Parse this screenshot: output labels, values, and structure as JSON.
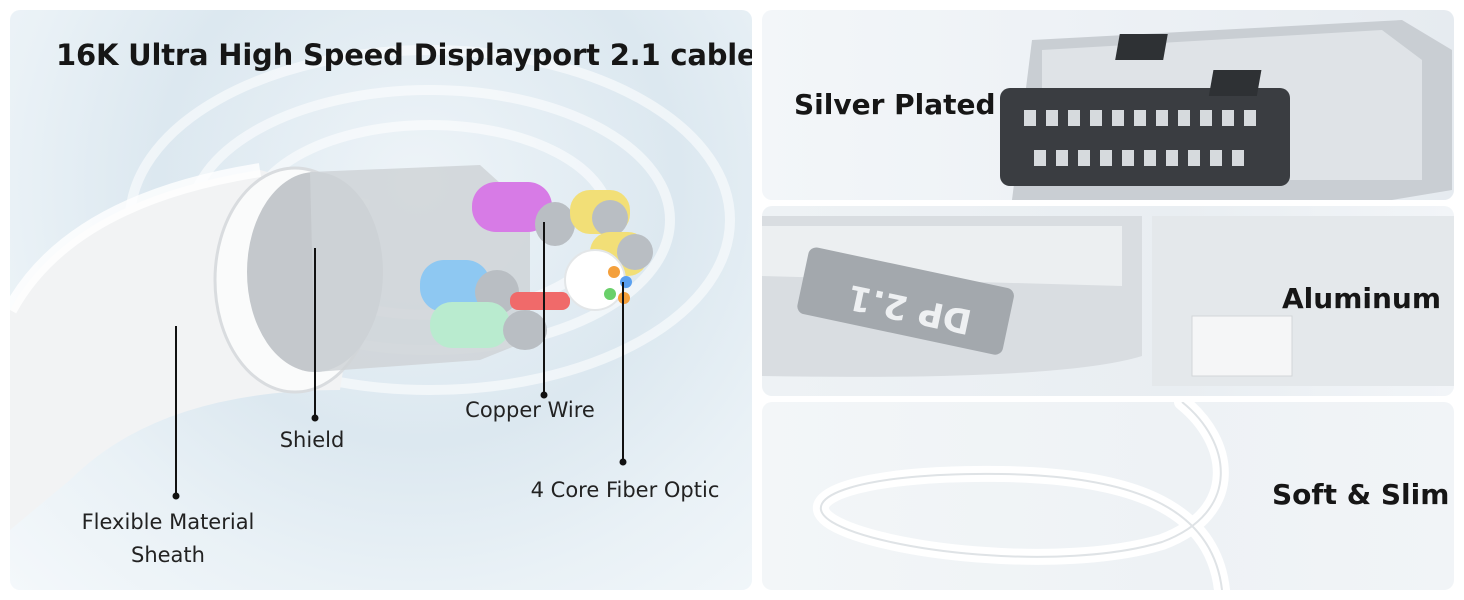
{
  "main": {
    "title": "16K Ultra High Speed Displayport 2.1 cable",
    "callouts": {
      "sheath_line1": "Flexible Material",
      "sheath_line2": "Sheath",
      "shield": "Shield",
      "copper": "Copper Wire",
      "fiber": "4 Core Fiber Optic"
    }
  },
  "features": {
    "silver": "Silver Plated",
    "aluminum": "Aluminum",
    "soft": "Soft & Slim",
    "connector_badge": "DP 2.1"
  },
  "colors": {
    "accent_text": "#161616",
    "callout_line": "#111111",
    "wire_pink": "#d77be6",
    "wire_yellow": "#f2df77",
    "wire_blue": "#8ec8f2",
    "wire_green": "#b9ebcf",
    "wire_red": "#f06a6a"
  }
}
